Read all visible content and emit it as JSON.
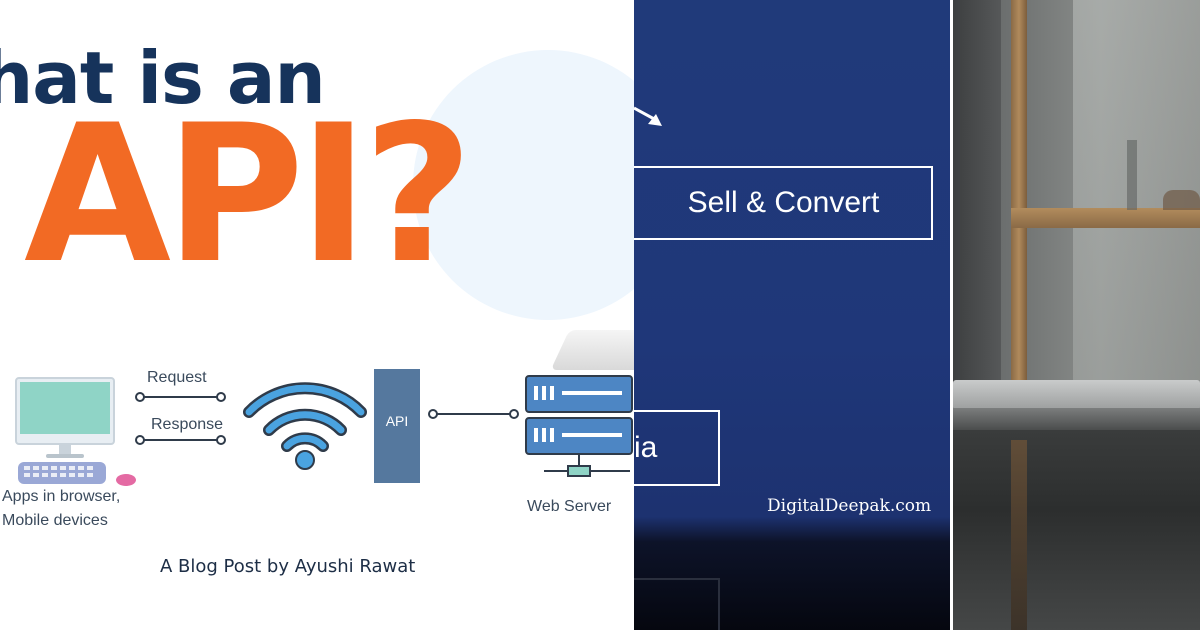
{
  "panel_api": {
    "title_line1": "hat is an",
    "title_line2": "API?",
    "request_label": "Request",
    "response_label": "Response",
    "api_box_label": "API",
    "client_label_line1": "Apps in browser,",
    "client_label_line2": "Mobile devices",
    "server_label": "Web Server",
    "byline": "A Blog Post by Ayushi Rawat",
    "colors": {
      "title_navy": "#16335b",
      "title_orange": "#f26a24",
      "api_box": "#55789e",
      "wifi_blue": "#3d8fd1"
    }
  },
  "panel_slide": {
    "button_primary": "Sell & Convert",
    "button_secondary_partial": "ia",
    "brand": "DigitalDeepak.com",
    "colors": {
      "background": "#1f3779"
    }
  },
  "panel_photo": {
    "subject": "blurred-laptop-on-desk"
  }
}
